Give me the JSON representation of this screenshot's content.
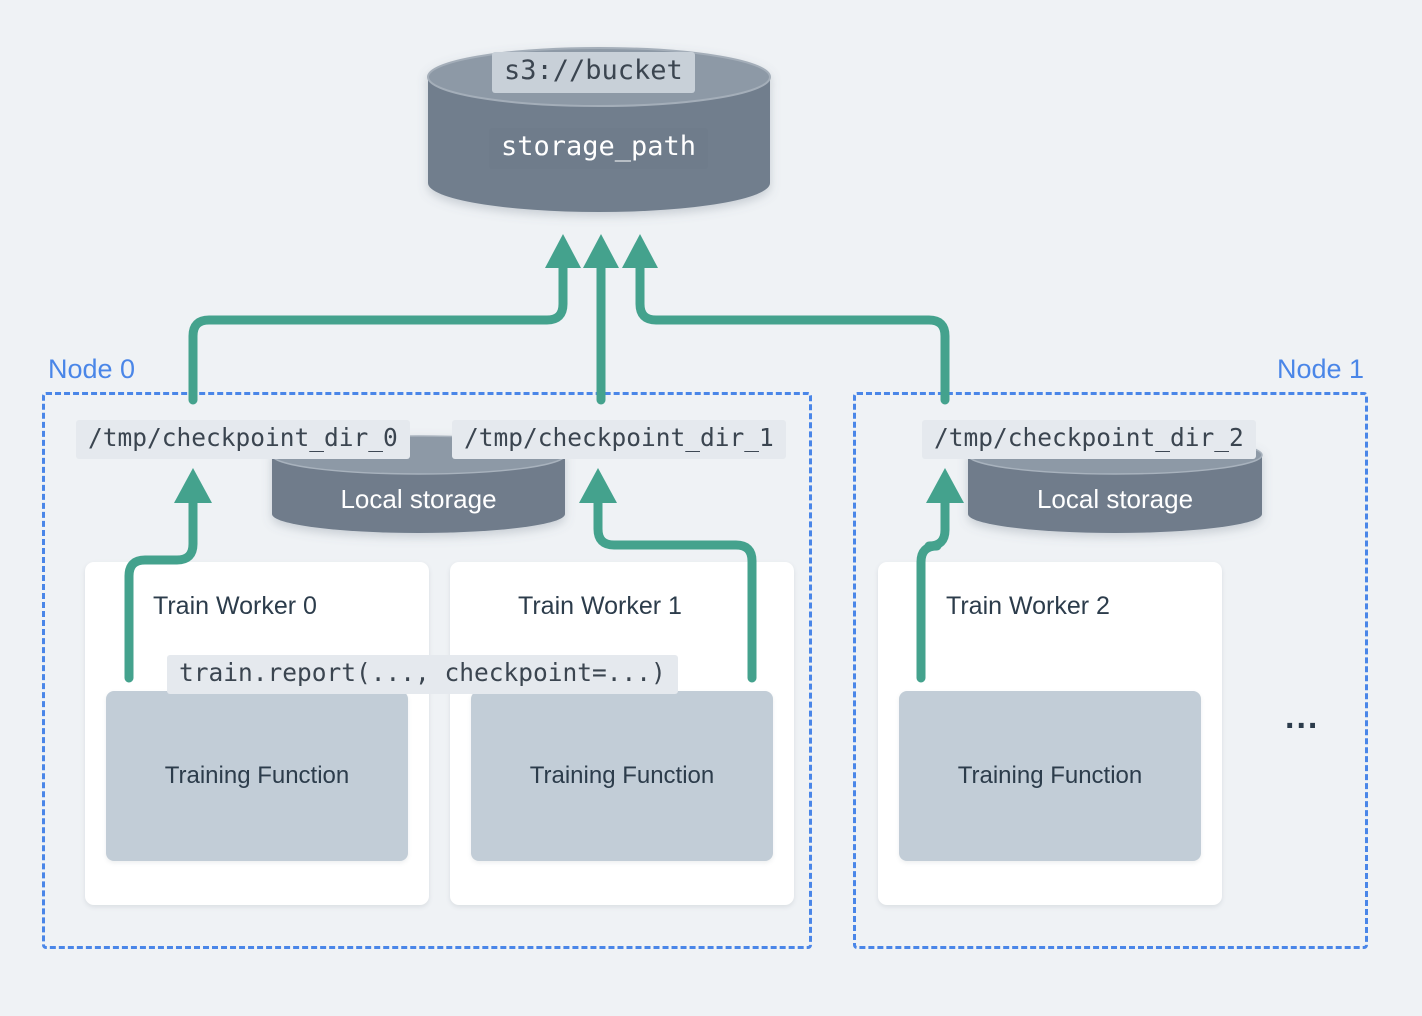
{
  "theme": {
    "background": "#eff2f5",
    "node_border": "#4a86e8",
    "arrow_color": "#44a28d",
    "cylinder_body": "#6f7c8b",
    "cylinder_top": "#8d99a6",
    "train_function_fill": "#c2cdd7",
    "worker_card_fill": "#ffffff",
    "chip_fill": "#e5e9ee",
    "text_dark": "#2c3c4b"
  },
  "cloud_storage": {
    "name": "cloud-storage-cylinder",
    "bucket_label": "s3://bucket",
    "path_label": "storage_path"
  },
  "nodes": [
    {
      "label": "Node 0",
      "local_storage_label": "Local storage",
      "checkpoint_dirs": [
        "/tmp/checkpoint_dir_0",
        "/tmp/checkpoint_dir_1"
      ],
      "workers": [
        {
          "title": "Train Worker 0",
          "training_function_label": "Training Function",
          "code_annotation": "train.report(..., checkpoint=...)"
        },
        {
          "title": "Train Worker 1",
          "training_function_label": "Training Function",
          "code_annotation": ""
        }
      ]
    },
    {
      "label": "Node 1",
      "local_storage_label": "Local storage",
      "checkpoint_dirs": [
        "/tmp/checkpoint_dir_2"
      ],
      "workers": [
        {
          "title": "Train Worker 2",
          "training_function_label": "Training Function",
          "code_annotation": ""
        }
      ],
      "overflow_indicator": "..."
    }
  ],
  "annotations": {
    "report_call": "train.report(..., checkpoint=...)",
    "ellipsis": "..."
  }
}
